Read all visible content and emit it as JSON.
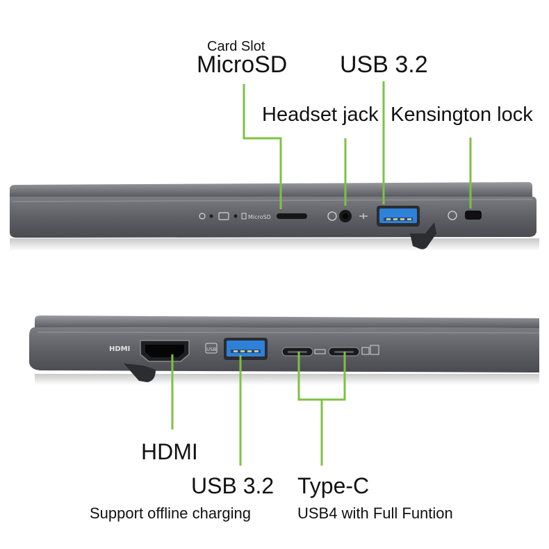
{
  "colors": {
    "callout_line": "#7dc242",
    "chassis": "#5d5e63",
    "chassis_dark": "#3e3f44",
    "chassis_light": "#8a8b90",
    "port_blue": "#2f80d9",
    "background": "#ffffff"
  },
  "top_view": {
    "labels": {
      "card_slot": "Card Slot",
      "microsd": "MicroSD",
      "usb": "USB 3.2",
      "headset": "Headset jack",
      "kensington": "Kensington lock"
    },
    "tiny_print": {
      "microsd_mark": "MicroSD"
    }
  },
  "bottom_view": {
    "labels": {
      "hdmi": "HDMI",
      "usb": "USB 3.2",
      "usb_note": "Support offline charging",
      "typec": "Type-C",
      "typec_note": "USB4 with Full Funtion"
    },
    "tiny_print": {
      "hdmi_mark": "HDMI",
      "usb_mark": "USB"
    }
  }
}
